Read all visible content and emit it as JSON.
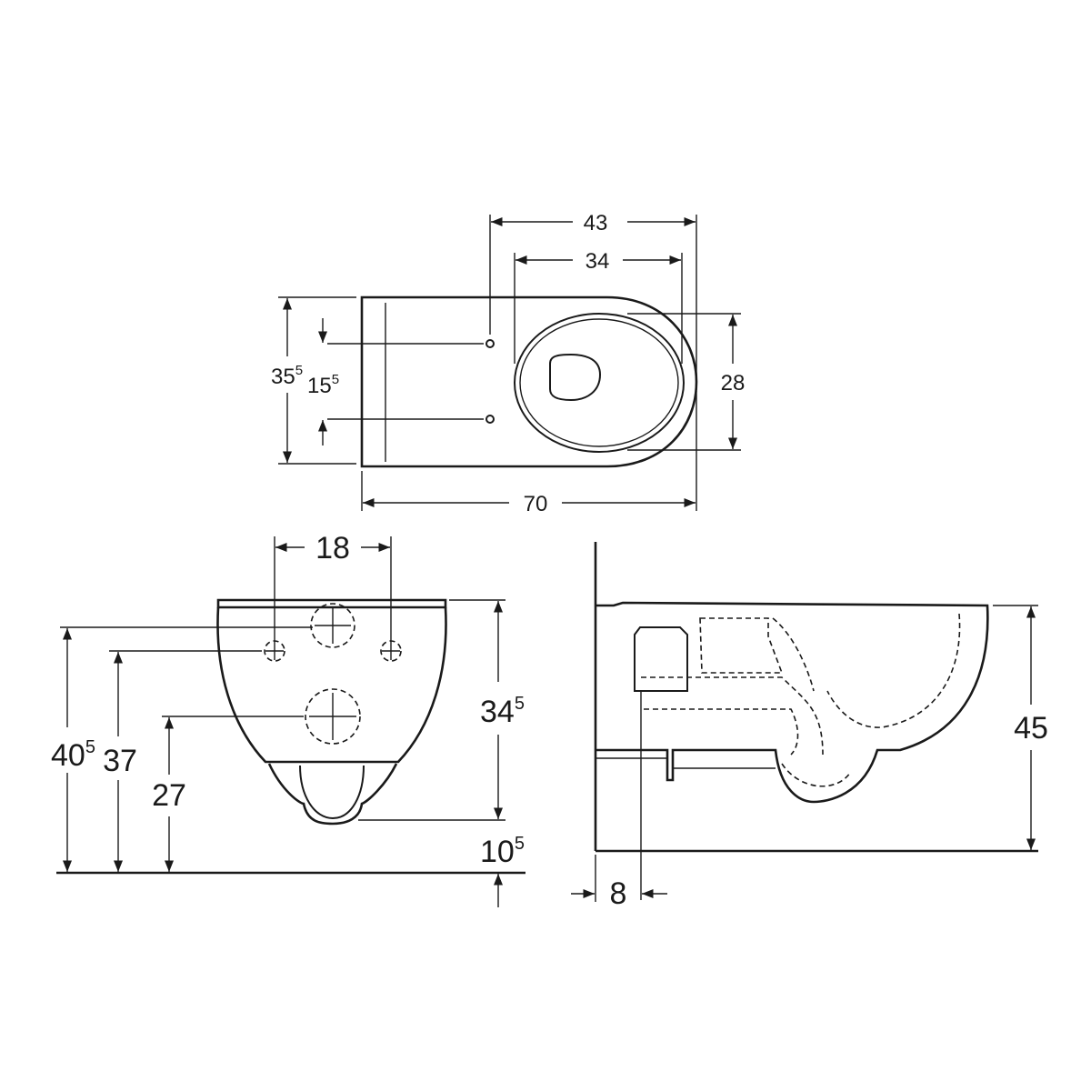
{
  "top_view": {
    "width_43": "43",
    "width_34": "34",
    "length_70": "70",
    "seat_28": "28",
    "height_35_base": "35",
    "height_35_sup": "5",
    "fix_15_base": "15",
    "fix_15_sup": "5"
  },
  "front_view": {
    "span_18": "18",
    "h_40_base": "40",
    "h_40_sup": "5",
    "h_37": "37",
    "h_27": "27",
    "h_34_base": "34",
    "h_34_sup": "5",
    "h_10_base": "10",
    "h_10_sup": "5"
  },
  "side_view": {
    "h_45": "45",
    "depth_8": "8"
  }
}
